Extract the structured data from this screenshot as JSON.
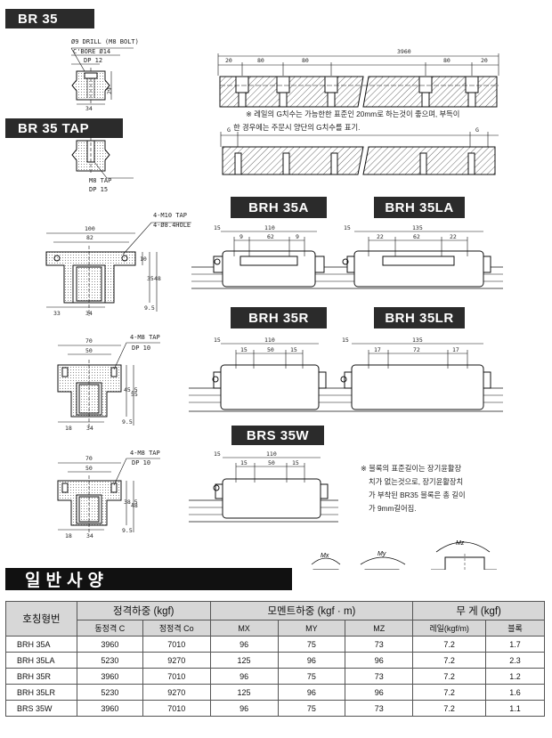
{
  "tags": {
    "br35": "BR 35",
    "br35tap": "BR 35 TAP",
    "brh35a": "BRH 35A",
    "brh35la": "BRH 35LA",
    "brh35r": "BRH 35R",
    "brh35lr": "BRH 35LR",
    "brs35w": "BRS 35W"
  },
  "rail": {
    "drill": "Ø9 DRILL (M8 BOLT)",
    "cbore": "C'BORE Ø14",
    "dp12": "DP 12",
    "h29": "29",
    "w34": "34",
    "tap_m8": "M8 TAP",
    "tap_dp": "DP 15",
    "len_total": "3960",
    "seg20a": "20",
    "seg80a": "80",
    "seg80b": "80",
    "seg80c": "80",
    "seg20b": "20",
    "g_left": "G",
    "g_right": "G",
    "note_line1": "※ 레일의 G치수는 가능한한 표준인 20mm로 하는것이 좋으며, 부득이",
    "note_line2": "한 경우에는 주문시 양단의 G치수를 표기."
  },
  "brh35a_front": {
    "tap": "4-M10 TAP",
    "hole": "4-Ø8.4HOLE",
    "w100": "100",
    "w82": "82",
    "w33": "33",
    "w34": "34",
    "h10": "10",
    "h35": "35",
    "h48": "48",
    "h95": "9.5"
  },
  "brh35a_side": {
    "s15": "15",
    "l110": "110",
    "a9": "9",
    "a62": "62",
    "b9": "9"
  },
  "brh35la_side": {
    "s15": "15",
    "l135": "135",
    "a22": "22",
    "a62": "62",
    "b22": "22"
  },
  "brh35r_front": {
    "tap": "4-M8 TAP",
    "dp": "DP 10",
    "w70": "70",
    "w50": "50",
    "w18": "18",
    "w34": "34",
    "h455": "45.5",
    "h55": "55",
    "h95": "9.5"
  },
  "brh35r_side": {
    "s15": "15",
    "l110": "110",
    "a15": "15",
    "a50": "50",
    "b15": "15"
  },
  "brh35lr_side": {
    "s15": "15",
    "l135": "135",
    "a17": "17",
    "a72": "72",
    "b17": "17"
  },
  "brs35w_front": {
    "tap": "4-M8 TAP",
    "dp": "DP 10",
    "w70": "70",
    "w50": "50",
    "w18": "18",
    "w34": "34",
    "h385": "38.5",
    "h48": "48",
    "h95": "9.5"
  },
  "brs35w_side": {
    "s15": "15",
    "l110": "110",
    "a15": "15",
    "a50": "50",
    "b15": "15"
  },
  "block_note": {
    "l1": "※ 블록의 표준길이는 장기윤활장",
    "l2": "치가 없는것으로, 장기윤활장치",
    "l3": "가 부착된 BR35 블록은 총 길이",
    "l4": "가 9mm길어짐."
  },
  "moments": {
    "mx": "Mx",
    "my": "My",
    "mz": "Mz"
  },
  "spec": {
    "title": "일반사양",
    "h_model": "호칭형번",
    "h_rated": "정격하중 (kgf)",
    "h_moment": "모멘트하중 (kgf · m)",
    "h_weight": "무   게 (kgf)",
    "sub_c": "동정격 C",
    "sub_co": "정정격 Co",
    "sub_mx": "MX",
    "sub_my": "MY",
    "sub_mz": "MZ",
    "sub_rail": "레일(kgf/m)",
    "sub_block": "블록",
    "rows": [
      [
        "BRH 35A",
        "3960",
        "7010",
        "96",
        "75",
        "73",
        "7.2",
        "1.7"
      ],
      [
        "BRH 35LA",
        "5230",
        "9270",
        "125",
        "96",
        "96",
        "7.2",
        "2.3"
      ],
      [
        "BRH 35R",
        "3960",
        "7010",
        "96",
        "75",
        "73",
        "7.2",
        "1.2"
      ],
      [
        "BRH 35LR",
        "5230",
        "9270",
        "125",
        "96",
        "96",
        "7.2",
        "1.6"
      ],
      [
        "BRS 35W",
        "3960",
        "7010",
        "96",
        "75",
        "73",
        "7.2",
        "1.1"
      ]
    ]
  },
  "colors": {
    "tag_bg": "#2b2b2b",
    "header_bg": "#d7d7d7",
    "ink": "#111111"
  }
}
